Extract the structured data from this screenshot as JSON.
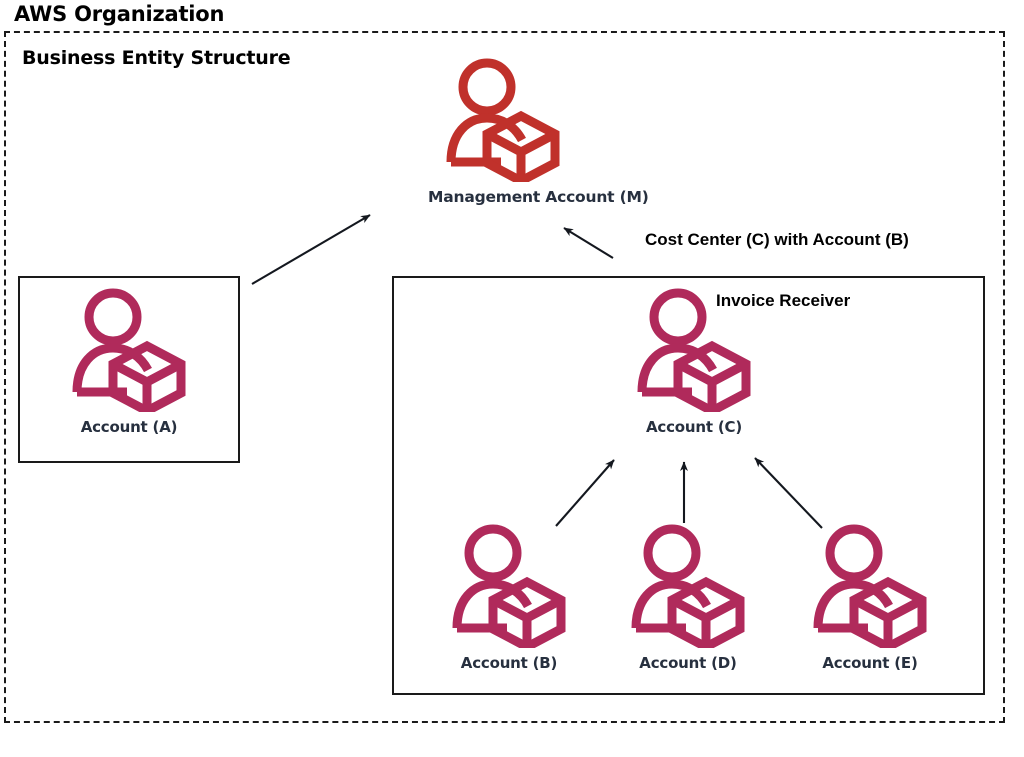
{
  "diagram": {
    "outer_title": "AWS Organization",
    "org_title": "Business Entity Structure",
    "cost_center_caption": "Cost Center (C) with Account (B)",
    "invoice_receiver_caption": "Invoice Receiver",
    "colors": {
      "management_icon": "#C0312B",
      "account_icon": "#B02A5B",
      "label_text": "#27303f",
      "caption_text": "#000000",
      "border": "#1a1a1a",
      "background": "#ffffff"
    },
    "nodes": [
      {
        "id": "m",
        "label": "Management Account (M)",
        "icon": "user-cube-icon",
        "color": "#C0312B"
      },
      {
        "id": "a",
        "label": "Account (A)",
        "icon": "user-cube-icon",
        "color": "#B02A5B"
      },
      {
        "id": "c",
        "label": "Account (C)",
        "icon": "user-cube-icon",
        "color": "#B02A5B"
      },
      {
        "id": "b",
        "label": "Account (B)",
        "icon": "user-cube-icon",
        "color": "#B02A5B"
      },
      {
        "id": "d",
        "label": "Account (D)",
        "icon": "user-cube-icon",
        "color": "#B02A5B"
      },
      {
        "id": "e",
        "label": "Account (E)",
        "icon": "user-cube-icon",
        "color": "#B02A5B"
      }
    ],
    "edges": [
      {
        "from": "a",
        "to": "m"
      },
      {
        "from": "c",
        "to": "m"
      },
      {
        "from": "b",
        "to": "c"
      },
      {
        "from": "d",
        "to": "c"
      },
      {
        "from": "e",
        "to": "c"
      }
    ]
  }
}
